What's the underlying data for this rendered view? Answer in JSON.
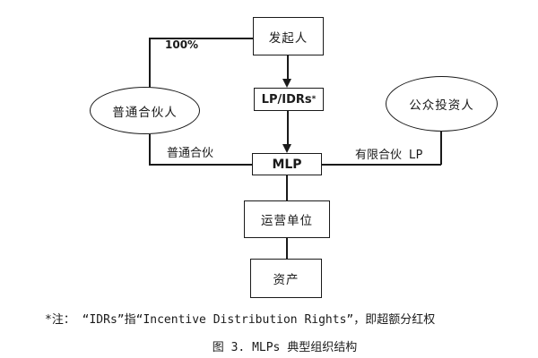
{
  "diagram": {
    "title_hint": "MLP typical organizational structure flowchart",
    "nodes": {
      "sponsor": {
        "label": "发起人"
      },
      "lp_idrs": {
        "label": "LP/IDRs",
        "superscript": "*"
      },
      "general_partner": {
        "label": "普通合伙人"
      },
      "public_investors": {
        "label": "公众投资人"
      },
      "mlp": {
        "label": "MLP"
      },
      "operating_unit": {
        "label": "运营单位"
      },
      "assets": {
        "label": "资产"
      }
    },
    "edge_labels": {
      "ownership_pct": "100%",
      "general_partnership": "普通合伙",
      "limited_partnership": "有限合伙 LP"
    },
    "colors": {
      "line": "#1a1a1a",
      "background": "#ffffff"
    }
  },
  "footnote": "*注： “IDRs”指“Incentive Distribution Rights”，即超额分红权",
  "caption": "图 3. MLPs 典型组织结构"
}
